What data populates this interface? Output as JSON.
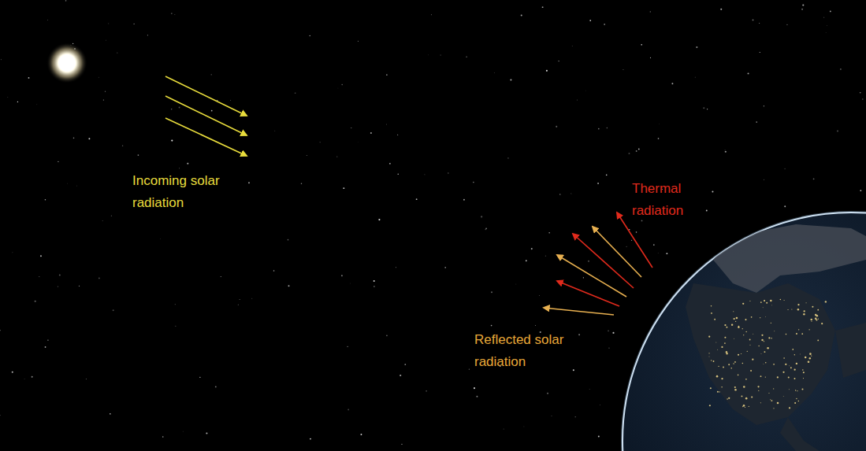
{
  "diagram": {
    "labels": [
      "Incoming solar radiation",
      "Thermal radiation",
      "Reflected solar radiation"
    ]
  }
}
